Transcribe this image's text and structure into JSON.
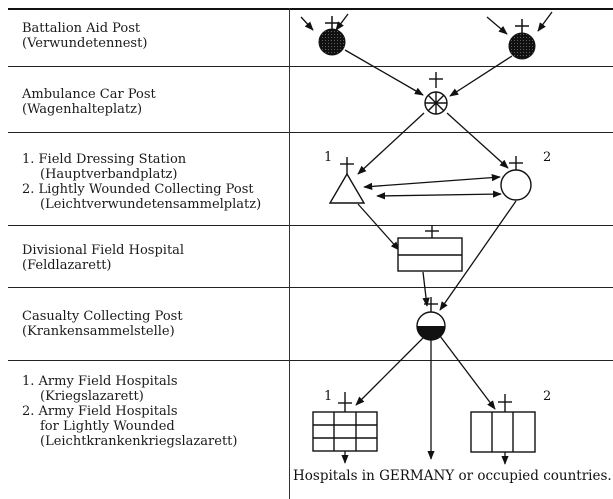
{
  "rows": [
    {
      "lines": [
        "Battalion Aid Post",
        "(Verwundetennest)"
      ]
    },
    {
      "lines": [
        "Ambulance Car Post",
        "(Wagenhalteplatz)"
      ]
    },
    {
      "lines": [
        "1. Field Dressing Station",
        "(Hauptverbandplatz)",
        "2. Lightly Wounded Collecting Post",
        "(Leichtverwundetensammelplatz)"
      ]
    },
    {
      "lines": [
        "Divisional Field Hospital",
        "(Feldlazarett)"
      ]
    },
    {
      "lines": [
        "Casualty Collecting Post",
        "(Krankensammelstelle)"
      ]
    },
    {
      "lines": [
        "1. Army Field Hospitals",
        "(Kriegslazarett)",
        "2. Army Field Hospitals",
        "for Lightly Wounded",
        "(Leichtkrankenkriegslazarett)"
      ]
    }
  ],
  "diagram_labels": {
    "fds_num": "1",
    "lwcp_num": "2",
    "afh_num": "1",
    "afhlw_num": "2"
  },
  "footer": "Hospitals in GERMANY or occupied countries."
}
